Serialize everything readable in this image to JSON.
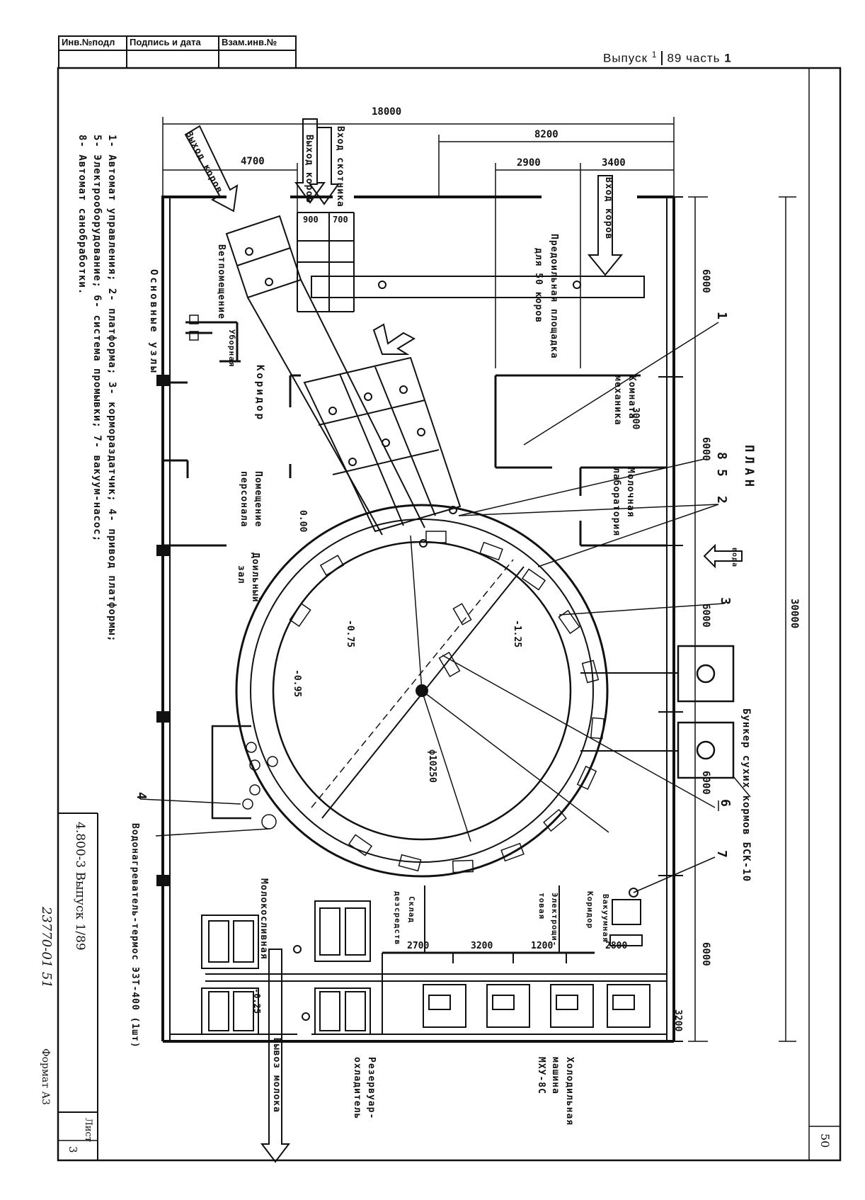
{
  "stamp": {
    "col1": "Инв.№подл",
    "col2": "Подпись и дата",
    "col3": "Взам.инв.№"
  },
  "issue": {
    "prefix": "Выпуск",
    "num": "1",
    "rest": "89 часть",
    "part": "1"
  },
  "plan_title": "ПЛАН",
  "dimensions": {
    "overall_width": "18000",
    "overall_length": "30000",
    "d8200": "8200",
    "d4700": "4700",
    "d2900": "2900",
    "d3400": "3400",
    "d900": "900",
    "d700": "700",
    "d3000": "3000",
    "bay1": "6000",
    "bay2": "6000",
    "bay3": "6000",
    "bay4": "6000",
    "bay5": "6000",
    "d2700": "2700",
    "d3200a": "3200",
    "d1200": "1200",
    "d2800": "2800",
    "d3200b": "3200",
    "diameter": "ф10250"
  },
  "levels": {
    "l000": "0.00",
    "l075": "-0.75",
    "l095": "-0.95",
    "l125": "-1.25",
    "l025": "-0.25"
  },
  "rooms": {
    "entry_cows": "Вход коров",
    "entry_stockman": "Вход скотника",
    "exit_cows_a": "Выход коров",
    "exit_cows_b": "Выход коров",
    "pre_milking_1": "Предоильная площадка",
    "pre_milking_2": "для 50 коров",
    "vet_room": "Ветпомещение",
    "main_units": "Основные узлы",
    "toilet": "Уборная",
    "corridor": "Коридор",
    "mechanic_1": "Комната",
    "mechanic_2": "механика",
    "milk_lab_1": "Молочная",
    "milk_lab_2": "лаборатория",
    "staff_1": "Помещение",
    "staff_2": "персонала",
    "milking_hall_1": "Доильный",
    "milking_hall_2": "зал",
    "water": "вода",
    "bunker": "Бункер сухих кормов БСК-10",
    "vacuum_room": "Вакуумная",
    "corridor2": "Коридор",
    "electrical_1": "Электрощи-",
    "electrical_2": "товая",
    "disinfect_1": "Склад",
    "disinfect_2": "дезсредств",
    "milk_room": "Молокосливная",
    "heater": "Водонагреватель-термос ЭЗТ-400 (1шт)",
    "milk_export": "Вывоз молока",
    "tank_1": "Резервуар-",
    "tank_2": "охладитель",
    "fridge_1": "Холодильная",
    "fridge_2": "машина",
    "fridge_3": "МХУ-8С"
  },
  "callouts": {
    "c1": "1",
    "c2": "2",
    "c3": "3",
    "c4": "4",
    "c5": "5",
    "c6": "6",
    "c7": "7",
    "c8": "8"
  },
  "legend": {
    "line1": "1- Автомат управления; 2- платформа; 3- кормораздатчик; 4- привод платформы;",
    "line2": "5- Электрооборудование; 6- система промывки; 7- вакуум-насос;",
    "line3": "8- Автомат санобработки."
  },
  "title_block": {
    "code": "4.800-3 Выпуск 1/89",
    "sheet_label": "Лист",
    "sheet_no": "3",
    "inventory": "23770-01  51",
    "format": "Формат А3",
    "page": "50"
  }
}
